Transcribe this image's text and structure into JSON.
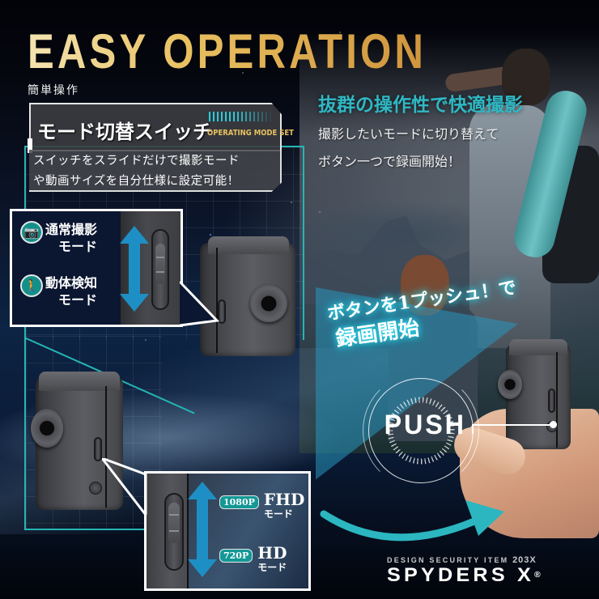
{
  "header": {
    "title": "EASY OPERATION",
    "subtitle": "簡単操作"
  },
  "mode_card": {
    "title": "モード切替スイッチ",
    "tag": "OPERATING MODE SET",
    "description_line1": "スイッチをスライドだけで撮影モード",
    "description_line2": "や動画サイズを自分仕様に設定可能！"
  },
  "tagline": {
    "main": "抜群の操作性で快適撮影",
    "line1": "撮影したいモードに切り替えて",
    "line2": "ボタン一つで録画開始！"
  },
  "mode_switch_callout": {
    "modes": [
      {
        "icon": "camera-icon",
        "glyph": "📷",
        "label_line1": "通常撮影",
        "label_line2": "モード"
      },
      {
        "icon": "walking-person-icon",
        "glyph": "🚶",
        "label_line1": "動体検知",
        "label_line2": "モード"
      }
    ]
  },
  "resolution_callout": {
    "modes": [
      {
        "badge": "1080P",
        "label": "FHD",
        "sub": "モード"
      },
      {
        "badge": "720P",
        "label": "HD",
        "sub": "モード"
      }
    ]
  },
  "push_section": {
    "line1": "ボタンを1プッシュ！で",
    "line2": "録画開始",
    "push_label": "PUSH"
  },
  "brand": {
    "tag": "DESIGN SECURITY ITEM",
    "model": "203X",
    "name": "SPYDERS X",
    "registered": "®"
  },
  "colors": {
    "gold": "#e8c060",
    "teal": "#2fb8c4",
    "badge_teal": "#139896",
    "arrow_blue": "#1e8fc4",
    "grid_line": "#25b5b5"
  }
}
